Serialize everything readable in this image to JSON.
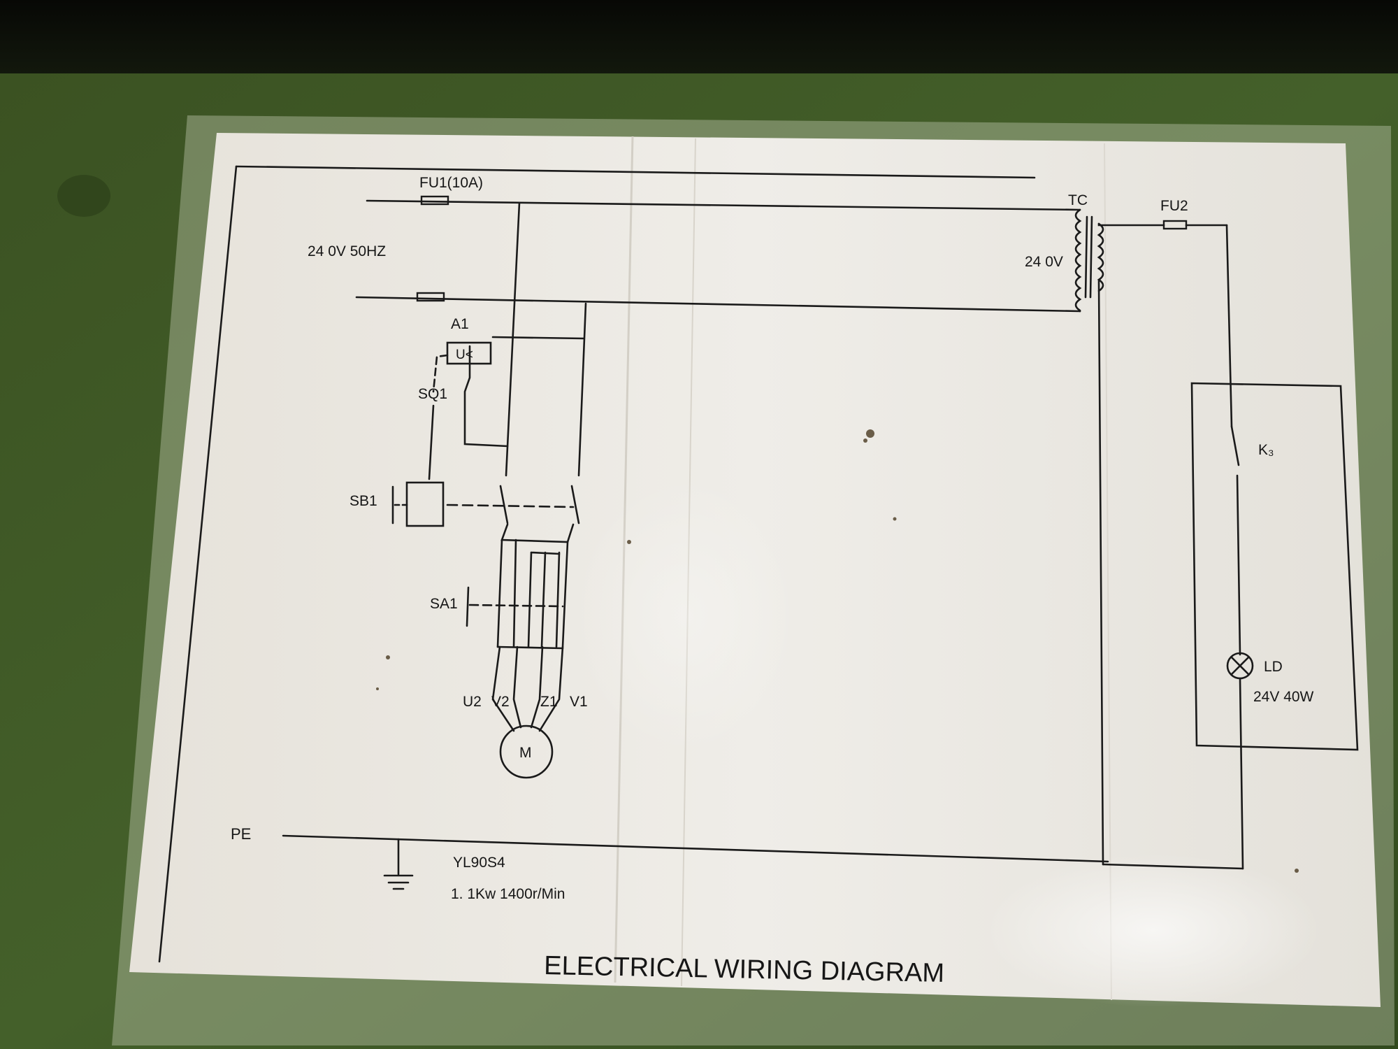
{
  "diagram": {
    "title": "ELECTRICAL WIRING DIAGRAM",
    "supply": "24 0V 50HZ",
    "fuse_main": "FU1(10A)",
    "transformer": "TC",
    "transformer_voltage": "24 0V",
    "fuse_secondary": "FU2",
    "relay": "A1",
    "relay_symbol": "U<",
    "limit_switch": "SQ1",
    "push_button": "SB1",
    "selector_switch": "SA1",
    "terminal_u2": "U2",
    "terminal_v2": "V2",
    "terminal_z1": "Z1",
    "terminal_v1": "V1",
    "motor": "M",
    "earth": "PE",
    "motor_model": "YL90S4",
    "motor_rating": "1. 1Kw 1400r/Min",
    "lamp_switch": "K₃",
    "lamp": "LD",
    "lamp_rating": "24V 40W"
  },
  "colors": {
    "panel_green": "#3f5624",
    "paper": "#ece9e3",
    "ink": "#1a1a1a"
  }
}
